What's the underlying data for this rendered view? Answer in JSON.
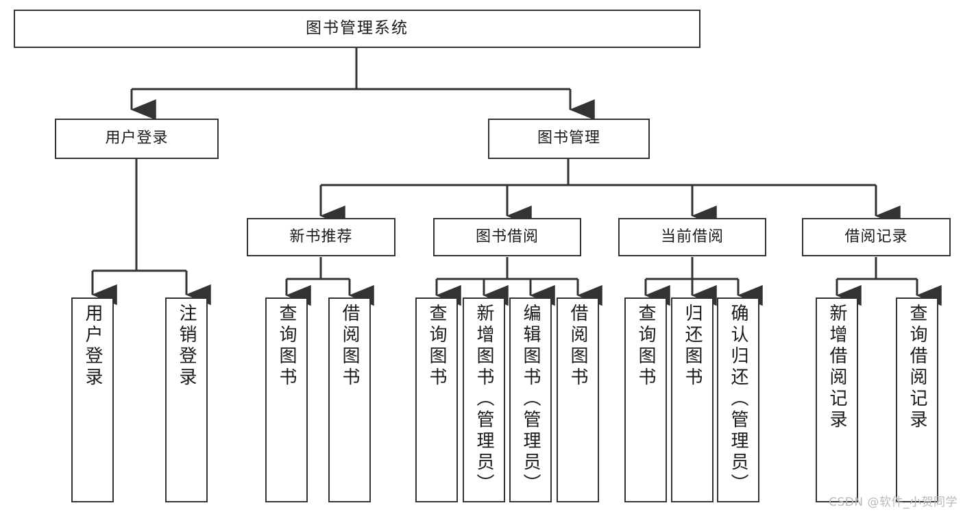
{
  "diagram": {
    "title": "图书管理系统",
    "type": "hierarchy-tree",
    "watermark": "CSDN @软件_小贺同学",
    "colors": {
      "stroke": "#333333",
      "fill": "#ffffff",
      "text": "#1a1a1a",
      "watermark": "#b9b9b9"
    },
    "nodes": {
      "root": "图书管理系统",
      "level1": [
        "用户登录",
        "图书管理"
      ],
      "level2": [
        "新书推荐",
        "图书借阅",
        "当前借阅",
        "借阅记录"
      ],
      "leaves": {
        "user_login": [
          "用户登录",
          "注销登录"
        ],
        "new_book_recommend": [
          "查询图书",
          "借阅图书"
        ],
        "book_borrow": [
          "查询图书",
          "新增图书（管理员）",
          "编辑图书（管理员）",
          "借阅图书"
        ],
        "current_borrow": [
          "查询图书",
          "归还图书",
          "确认归还（管理员）"
        ],
        "borrow_record": [
          "新增借阅记录",
          "查询借阅记录"
        ]
      }
    }
  }
}
